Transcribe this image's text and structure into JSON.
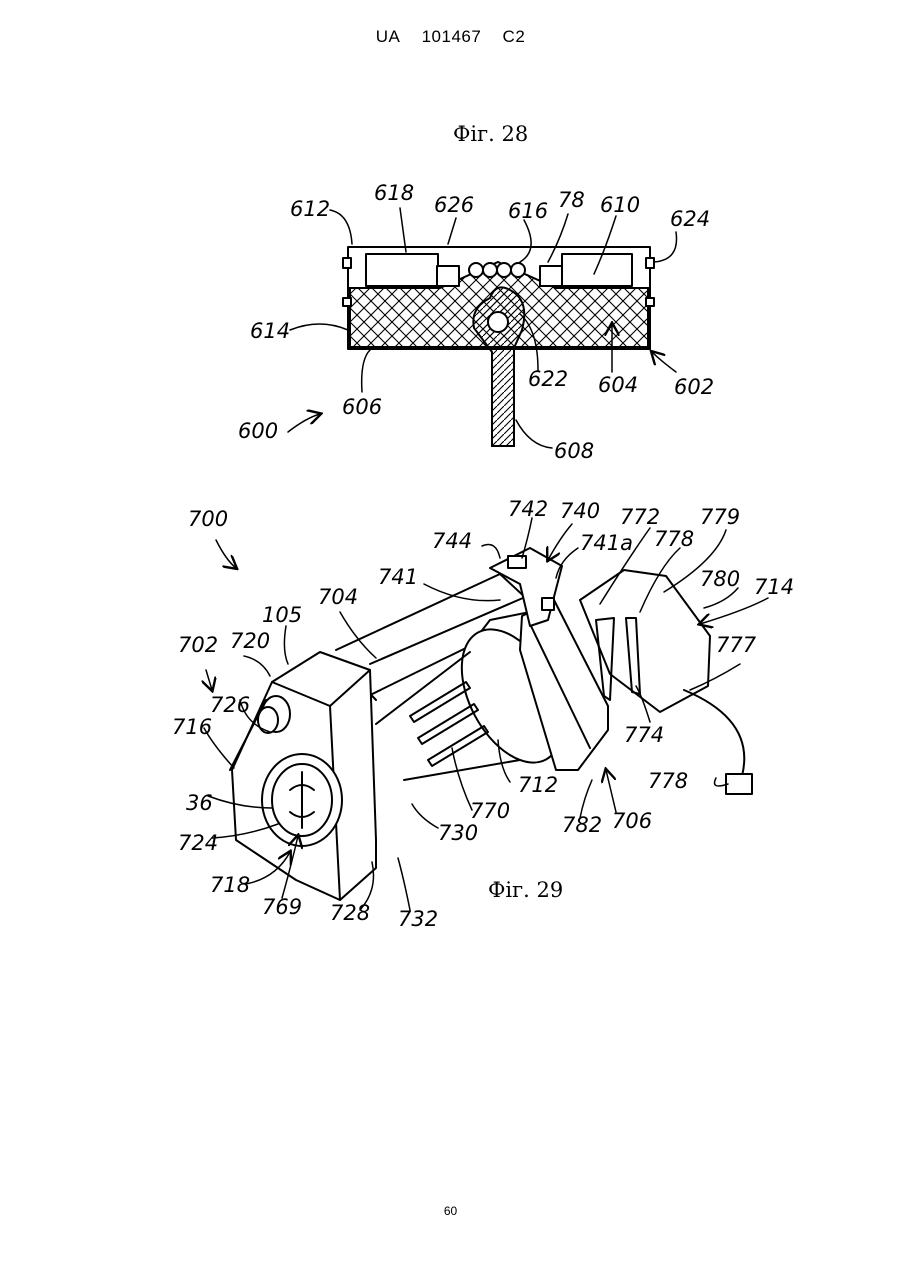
{
  "header": {
    "country": "UA",
    "number": "101467",
    "kind": "C2"
  },
  "figures": {
    "fig28": {
      "title": "Фіг. 28",
      "labels": {
        "l612": "612",
        "l618": "618",
        "l626": "626",
        "l616": "616",
        "l78": "78",
        "l610": "610",
        "l624": "624",
        "l614": "614",
        "l622": "622",
        "l604": "604",
        "l602": "602",
        "l606": "606",
        "l600": "600",
        "l608": "608"
      }
    },
    "fig29": {
      "title": "Фіг. 29",
      "labels": {
        "l700": "700",
        "l742": "742",
        "l740": "740",
        "l744": "744",
        "l741a": "741a",
        "l772": "772",
        "l778a": "778",
        "l779": "779",
        "l780": "780",
        "l714": "714",
        "l741": "741",
        "l704": "704",
        "l105": "105",
        "l702": "702",
        "l720": "720",
        "l777": "777",
        "l726": "726",
        "l716": "716",
        "l774": "774",
        "l712": "712",
        "l36": "36",
        "l778b": "778",
        "l770": "770",
        "l782": "782",
        "l706": "706",
        "l724": "724",
        "l730": "730",
        "l718": "718",
        "l769": "769",
        "l728": "728",
        "l732": "732"
      }
    }
  },
  "page_number": "60"
}
